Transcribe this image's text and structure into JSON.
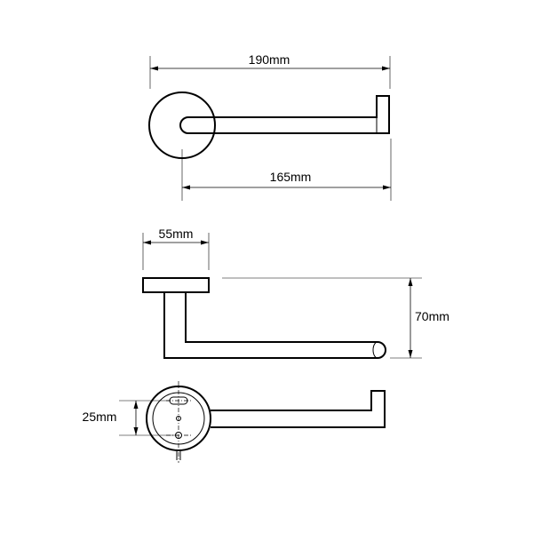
{
  "dimensions": {
    "overall_length": "190mm",
    "projection": "165mm",
    "base_diameter": "55mm",
    "height": "70mm",
    "fixing_spacing": "25mm"
  },
  "colors": {
    "line": "#000000",
    "background": "#ffffff"
  }
}
